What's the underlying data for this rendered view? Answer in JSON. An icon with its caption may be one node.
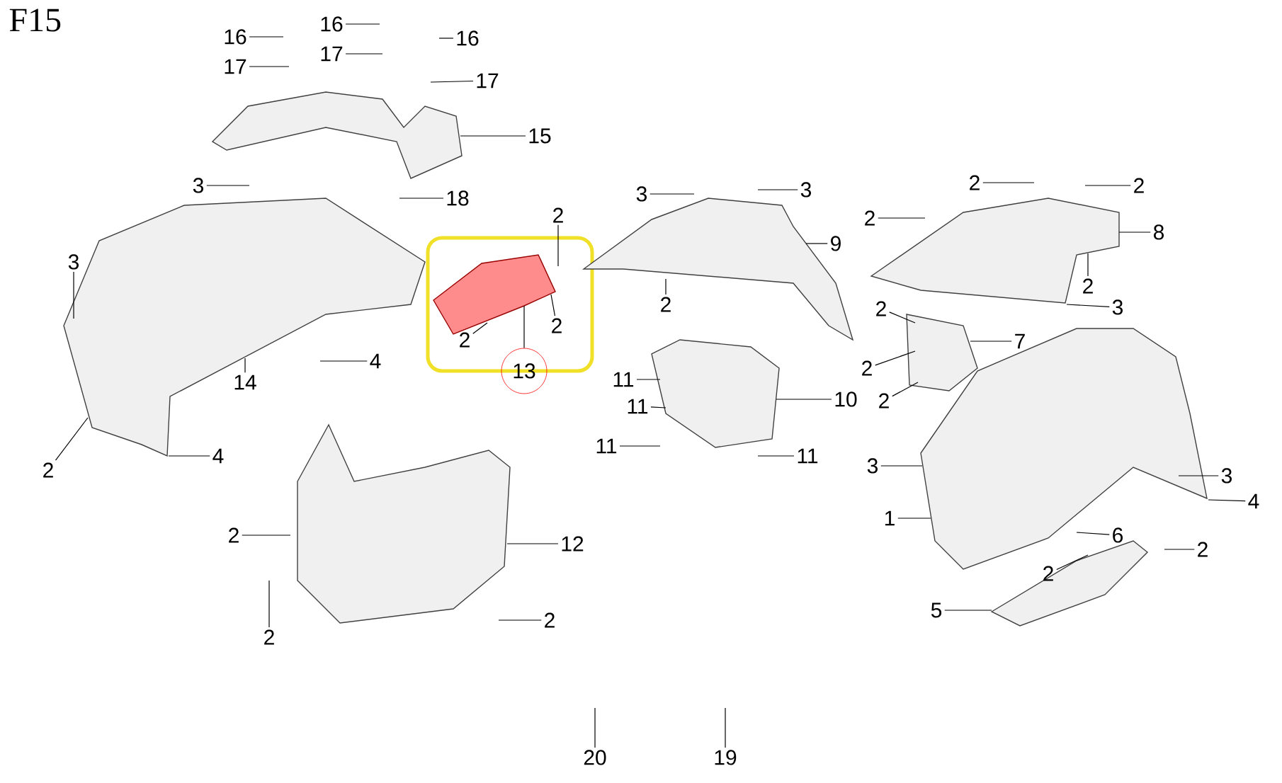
{
  "diagram": {
    "title": "F15",
    "nodes": [
      {
        "text": [
          "16"
        ]
      },
      {
        "text": [
          "16"
        ]
      },
      {
        "text": [
          "16"
        ]
      },
      {
        "text": [
          "17"
        ]
      },
      {
        "text": [
          "17"
        ]
      },
      {
        "text": [
          "17"
        ]
      },
      {
        "text": [
          "15"
        ]
      },
      {
        "text": [
          "18"
        ]
      },
      {
        "text": [
          "3"
        ]
      },
      {
        "text": [
          "3"
        ]
      },
      {
        "text": [
          "2"
        ]
      },
      {
        "text": [
          "2"
        ]
      },
      {
        "text": [
          "2"
        ]
      },
      {
        "text": [
          "13"
        ]
      },
      {
        "text": [
          "4"
        ]
      },
      {
        "text": [
          "14"
        ]
      },
      {
        "text": [
          "2"
        ]
      },
      {
        "text": [
          "4"
        ]
      },
      {
        "text": [
          "2"
        ]
      },
      {
        "text": [
          "2"
        ]
      },
      {
        "text": [
          "12"
        ]
      },
      {
        "text": [
          "2"
        ]
      },
      {
        "text": [
          "3"
        ]
      },
      {
        "text": [
          "3"
        ]
      },
      {
        "text": [
          "9"
        ]
      },
      {
        "text": [
          "2"
        ]
      },
      {
        "text": [
          "11"
        ]
      },
      {
        "text": [
          "11"
        ]
      },
      {
        "text": [
          "10"
        ]
      },
      {
        "text": [
          "11"
        ]
      },
      {
        "text": [
          "11"
        ]
      },
      {
        "text": [
          "2"
        ]
      },
      {
        "text": [
          "2"
        ]
      },
      {
        "text": [
          "2"
        ]
      },
      {
        "text": [
          "8"
        ]
      },
      {
        "text": [
          "2"
        ]
      },
      {
        "text": [
          "3"
        ]
      },
      {
        "text": [
          "2"
        ]
      },
      {
        "text": [
          "7"
        ]
      },
      {
        "text": [
          "2"
        ]
      },
      {
        "text": [
          "2"
        ]
      },
      {
        "text": [
          "3"
        ]
      },
      {
        "text": [
          "1"
        ]
      },
      {
        "text": [
          "3"
        ]
      },
      {
        "text": [
          "4"
        ]
      },
      {
        "text": [
          "6"
        ]
      },
      {
        "text": [
          "2"
        ]
      },
      {
        "text": [
          "2"
        ]
      },
      {
        "text": [
          "5"
        ]
      },
      {
        "text": [
          "20"
        ]
      },
      {
        "text": [
          "19"
        ]
      },
      {
        "text": [],
        "shape": "picture"
      },
      {
        "text": [],
        "shape": "picture"
      },
      {
        "text": [],
        "shape": "picture"
      },
      {
        "text": [],
        "shape": "picture"
      },
      {
        "text": [],
        "shape": "picture"
      },
      {
        "text": [],
        "shape": "picture"
      },
      {
        "text": [],
        "shape": "picture"
      },
      {
        "text": [],
        "shape": "picture"
      },
      {
        "text": [],
        "shape": "picture"
      },
      {
        "text": [],
        "shape": "picture"
      }
    ],
    "edges": [
      {
        "from": 0,
        "to": null,
        "arrow": "none"
      },
      {
        "from": 1,
        "to": null,
        "arrow": "none"
      },
      {
        "from": 2,
        "to": null,
        "arrow": "none"
      },
      {
        "from": 3,
        "to": null,
        "arrow": "none"
      },
      {
        "from": 4,
        "to": null,
        "arrow": "none"
      },
      {
        "from": 5,
        "to": null,
        "arrow": "none"
      },
      {
        "from": 6,
        "to": 51,
        "arrow": "none"
      },
      {
        "from": 7,
        "to": null,
        "arrow": "none"
      },
      {
        "from": 8,
        "to": 52,
        "arrow": "none"
      },
      {
        "from": 9,
        "to": 52,
        "arrow": "none"
      },
      {
        "from": 10,
        "to": 53,
        "arrow": "none"
      },
      {
        "from": 11,
        "to": 53,
        "arrow": "none"
      },
      {
        "from": 12,
        "to": 53,
        "arrow": "none"
      },
      {
        "from": 13,
        "to": 53,
        "arrow": "none"
      },
      {
        "from": 14,
        "to": 52,
        "arrow": "none"
      },
      {
        "from": 15,
        "to": 52,
        "arrow": "none"
      },
      {
        "from": 16,
        "to": 52,
        "arrow": "none"
      },
      {
        "from": 17,
        "to": 52,
        "arrow": "none"
      },
      {
        "from": 18,
        "to": 54,
        "arrow": "none"
      },
      {
        "from": 19,
        "to": 54,
        "arrow": "none"
      },
      {
        "from": 20,
        "to": 54,
        "arrow": "none"
      },
      {
        "from": 21,
        "to": 54,
        "arrow": "none"
      },
      {
        "from": 22,
        "to": 55,
        "arrow": "none"
      },
      {
        "from": 23,
        "to": 55,
        "arrow": "none"
      },
      {
        "from": 24,
        "to": 55,
        "arrow": "none"
      },
      {
        "from": 25,
        "to": 55,
        "arrow": "none"
      },
      {
        "from": 26,
        "to": 56,
        "arrow": "none"
      },
      {
        "from": 27,
        "to": 56,
        "arrow": "none"
      },
      {
        "from": 28,
        "to": 56,
        "arrow": "none"
      },
      {
        "from": 29,
        "to": 56,
        "arrow": "none"
      },
      {
        "from": 30,
        "to": 56,
        "arrow": "none"
      },
      {
        "from": 31,
        "to": 57,
        "arrow": "none"
      },
      {
        "from": 32,
        "to": 57,
        "arrow": "none"
      },
      {
        "from": 33,
        "to": 57,
        "arrow": "none"
      },
      {
        "from": 34,
        "to": 57,
        "arrow": "none"
      },
      {
        "from": 35,
        "to": 57,
        "arrow": "none"
      },
      {
        "from": 36,
        "to": 57,
        "arrow": "none"
      },
      {
        "from": 37,
        "to": 58,
        "arrow": "none"
      },
      {
        "from": 38,
        "to": 58,
        "arrow": "none"
      },
      {
        "from": 39,
        "to": 58,
        "arrow": "none"
      },
      {
        "from": 40,
        "to": 58,
        "arrow": "none"
      },
      {
        "from": 41,
        "to": 59,
        "arrow": "none"
      },
      {
        "from": 42,
        "to": 59,
        "arrow": "none"
      },
      {
        "from": 43,
        "to": 59,
        "arrow": "none"
      },
      {
        "from": 44,
        "to": 59,
        "arrow": "none"
      },
      {
        "from": 45,
        "to": 59,
        "arrow": "none"
      },
      {
        "from": 46,
        "to": 59,
        "arrow": "none"
      },
      {
        "from": 47,
        "to": 60,
        "arrow": "none"
      },
      {
        "from": 48,
        "to": 60,
        "arrow": "none"
      },
      {
        "from": 49,
        "to": null,
        "arrow": "none"
      },
      {
        "from": 50,
        "to": null,
        "arrow": "none"
      }
    ]
  }
}
